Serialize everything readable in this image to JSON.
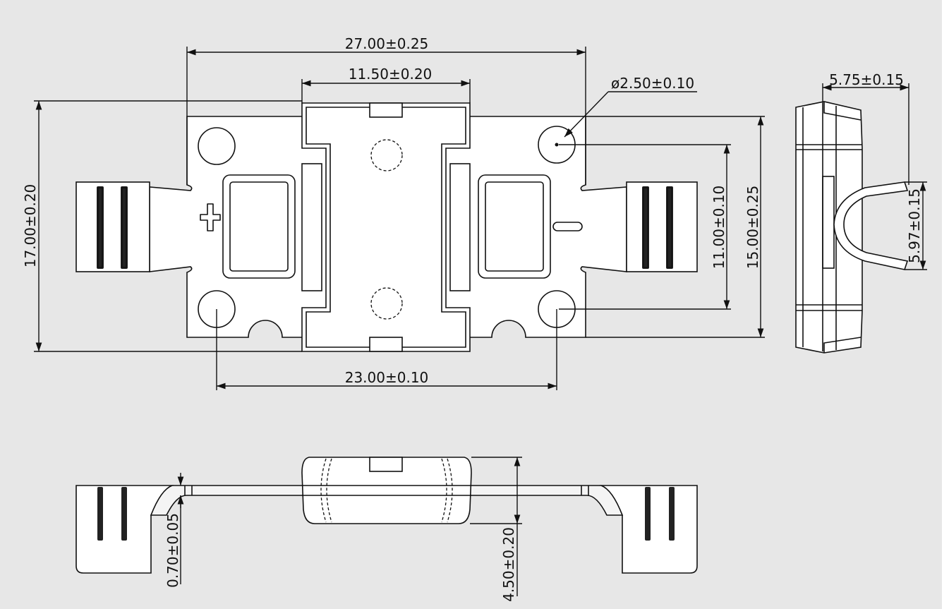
{
  "dimensions": {
    "overall_width": "27.00±0.25",
    "center_width": "11.50±0.20",
    "hole_diameter": "ø2.50±0.10",
    "overall_height": "17.00±0.20",
    "hole_vertical": "11.00±0.10",
    "body_height": "15.00±0.25",
    "hole_spacing": "23.00±0.10",
    "side_width": "5.75±0.15",
    "side_gap": "5.97±0.15",
    "thickness": "0.70±0.05",
    "total_height": "4.50±0.20"
  },
  "polarity": {
    "positive": "+",
    "negative": "−"
  }
}
